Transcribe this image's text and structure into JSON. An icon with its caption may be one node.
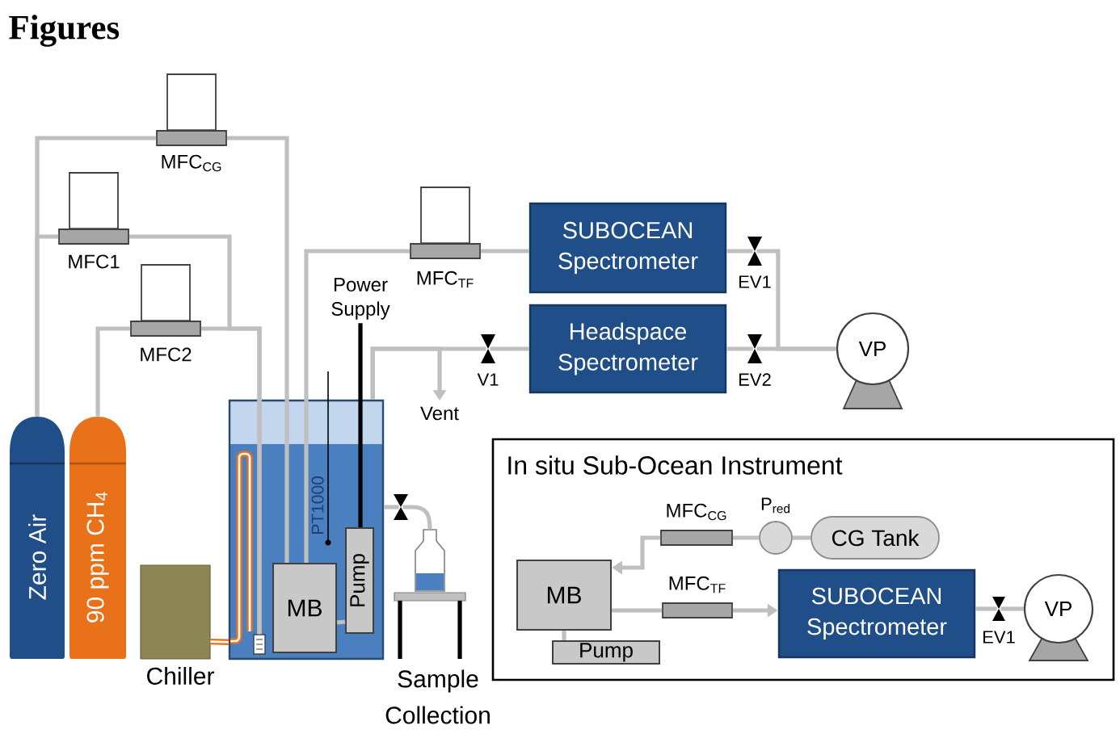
{
  "diagram": {
    "title": "Figures",
    "nodes": [
      {
        "text": [
          "MFC$_{CG}$"
        ]
      },
      {
        "text": [
          "MFC1"
        ]
      },
      {
        "text": [
          "MFC2"
        ]
      },
      {
        "text": [
          "MFC$_{TF}$"
        ]
      },
      {
        "text": [
          "Power Supply"
        ]
      },
      {
        "text": [
          "SUBOCEAN Spectrometer"
        ]
      },
      {
        "text": [
          "EV1"
        ]
      },
      {
        "text": [
          "Headspace Spectrometer"
        ]
      },
      {
        "text": [
          "V1"
        ]
      },
      {
        "text": [
          "EV2"
        ]
      },
      {
        "text": [
          "VP"
        ]
      },
      {
        "text": [
          "Vent"
        ]
      },
      {
        "text": [
          "Zero Air"
        ]
      },
      {
        "text": [
          "90 ppm CH$_{4}$"
        ]
      },
      {
        "text": [],
        "shape": "tank"
      },
      {
        "text": [],
        "shape": "box",
        "in": 14
      },
      {
        "text": [
          "MB"
        ],
        "in": 14
      },
      {
        "text": [
          "Pump"
        ],
        "in": 14
      },
      {
        "text": [
          "Chiller"
        ]
      },
      {
        "text": [],
        "shape": "valve"
      },
      {
        "text": [
          "Sample Collection"
        ]
      },
      {
        "text": [
          "In situ Sub-Ocean Instrument"
        ]
      },
      {
        "text": [
          "MFC$_{CG}$"
        ],
        "in": 21
      },
      {
        "text": [
          "P$_{red}$"
        ],
        "in": 21
      },
      {
        "text": [
          "CG Tank"
        ],
        "in": 21
      },
      {
        "text": [
          "MB"
        ],
        "in": 21
      },
      {
        "text": [
          "MFC$_{TF}$"
        ],
        "in": 21
      },
      {
        "text": [
          "SUBOCEAN Spectrometer"
        ],
        "in": 21
      },
      {
        "text": [
          "EV1"
        ],
        "in": 21
      },
      {
        "text": [
          "VP"
        ],
        "in": 21
      },
      {
        "text": [
          "Pump"
        ],
        "in": 21
      }
    ],
    "edges": [
      {
        "from": 12,
        "to": 0,
        "arrow": "none"
      },
      {
        "from": 12,
        "to": 1,
        "arrow": "none"
      },
      {
        "from": 13,
        "to": 2,
        "arrow": "none"
      },
      {
        "from": 0,
        "to": 16,
        "arrow": "none"
      },
      {
        "from": 1,
        "to": 15,
        "arrow": "none"
      },
      {
        "from": 2,
        "to": 15,
        "arrow": "none"
      },
      {
        "from": 16,
        "to": 3,
        "arrow": "none"
      },
      {
        "from": 3,
        "to": 5,
        "arrow": "none"
      },
      {
        "from": 5,
        "to": 6,
        "arrow": "none"
      },
      {
        "from": 6,
        "to": 10,
        "arrow": "none"
      },
      {
        "from": 14,
        "to": 8,
        "arrow": "none"
      },
      {
        "from": 14,
        "to": 11,
        "arrow": "to"
      },
      {
        "from": 8,
        "to": 7,
        "arrow": "none"
      },
      {
        "from": 7,
        "to": 9,
        "arrow": "none"
      },
      {
        "from": 9,
        "to": 10,
        "arrow": "none"
      },
      {
        "from": 18,
        "to": 14,
        "arrow": "none",
        "color": "#e8711a"
      },
      {
        "from": 4,
        "to": 17,
        "arrow": "none",
        "color": "#000000"
      },
      {
        "from": 14,
        "to": 19,
        "arrow": "none"
      },
      {
        "from": 19,
        "to": 20,
        "arrow": "none"
      },
      {
        "from": 16,
        "to": 17,
        "arrow": "none"
      },
      {
        "from": 24,
        "to": 23,
        "arrow": "none"
      },
      {
        "from": 23,
        "to": 22,
        "arrow": "none"
      },
      {
        "from": 22,
        "to": 25,
        "arrow": "to"
      },
      {
        "from": 25,
        "to": 26,
        "arrow": "none"
      },
      {
        "from": 26,
        "to": 27,
        "arrow": "to"
      },
      {
        "from": 27,
        "to": 28,
        "arrow": "none"
      },
      {
        "from": 28,
        "to": 29,
        "arrow": "none"
      },
      {
        "from": 25,
        "to": 30,
        "arrow": "none"
      }
    ],
    "labels": [
      "PT1000"
    ]
  }
}
